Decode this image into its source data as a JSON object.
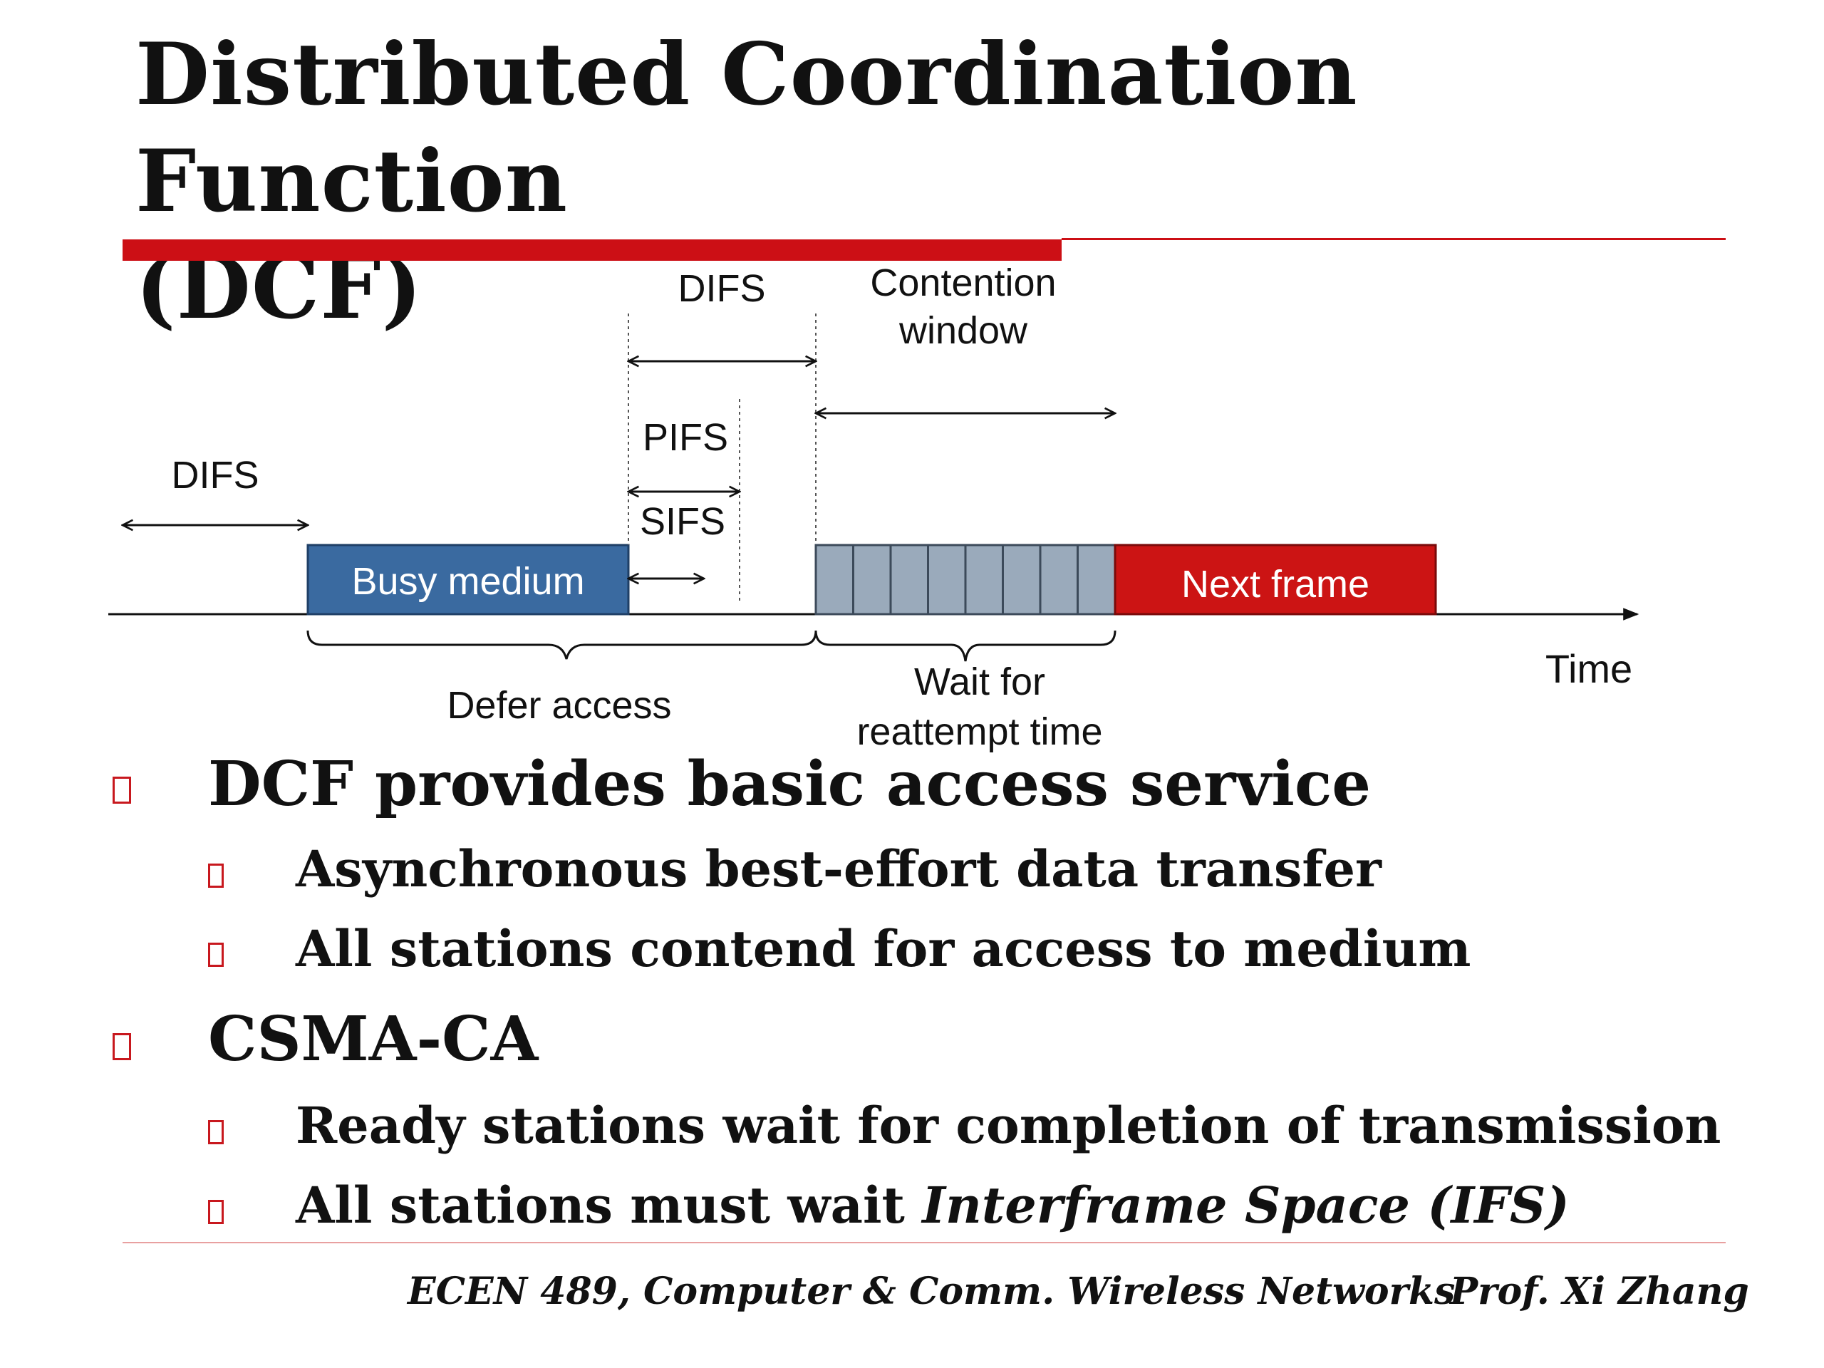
{
  "slide": {
    "title_line1": "Distributed Coordination Function",
    "title_line2": "(DCF)"
  },
  "diagram": {
    "labels": {
      "difs_left": "DIFS",
      "difs_top": "DIFS",
      "contention_line1": "Contention",
      "contention_line2": "window",
      "pifs": "PIFS",
      "sifs": "SIFS",
      "busy_medium": "Busy medium",
      "next_frame": "Next frame",
      "time": "Time",
      "defer_access": "Defer access",
      "wait_line1": "Wait for",
      "wait_line2": "reattempt time"
    },
    "colors": {
      "busy_medium": "#3a6aa0",
      "next_frame": "#cc1414",
      "contention_slots": "#9aaabb",
      "accent_bar": "#cc0f15"
    },
    "contention_slot_count": 8
  },
  "bullets": [
    {
      "text": "DCF provides basic access service",
      "sub": [
        "Asynchronous best-effort data transfer",
        "All stations contend for access to medium"
      ]
    },
    {
      "text": "CSMA-CA",
      "sub": [
        "Ready stations wait for completion of transmission"
      ],
      "sub_mixed": {
        "prefix": "All stations must wait ",
        "italic": "Interframe Space (IFS)"
      }
    }
  ],
  "footer": {
    "course": "ECEN 489, Computer & Comm. Wireless Networks",
    "author": "Prof. Xi Zhang"
  }
}
